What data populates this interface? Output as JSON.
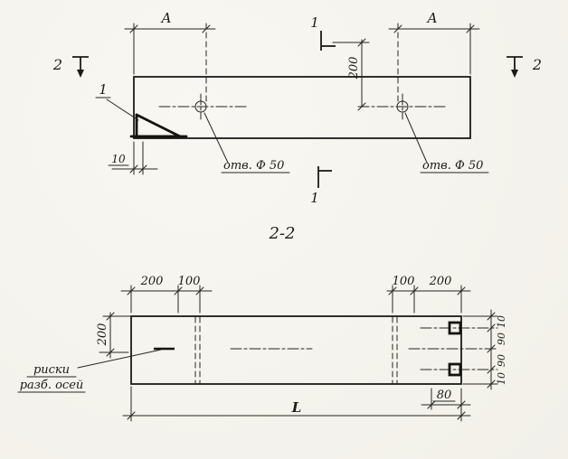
{
  "top_view": {
    "dim_A_left": "A",
    "dim_A_right": "A",
    "dim_200_vert": "200",
    "dim_10": "10",
    "callout_1": "1",
    "section1_top": "1",
    "section1_bottom": "1",
    "section2_left": "2",
    "section2_right": "2",
    "hole_left_label": "отв. Ф 50",
    "hole_right_label": "отв. Ф 50"
  },
  "section_view": {
    "title": "2-2",
    "dim_top_left_200": "200",
    "dim_top_left_100": "100",
    "dim_top_right_100": "100",
    "dim_top_right_200": "200",
    "dim_left_200": "200",
    "dim_right_10_top": "10",
    "dim_right_90_upper": "90",
    "dim_right_90_lower": "90",
    "dim_right_10_bottom": "10",
    "dim_80": "80",
    "dim_L": "L",
    "axes_note_line1": "риски",
    "axes_note_line2": "разб. осей"
  },
  "colors": {
    "ink": "#1b1a16",
    "paper": "#f5f3ee"
  }
}
